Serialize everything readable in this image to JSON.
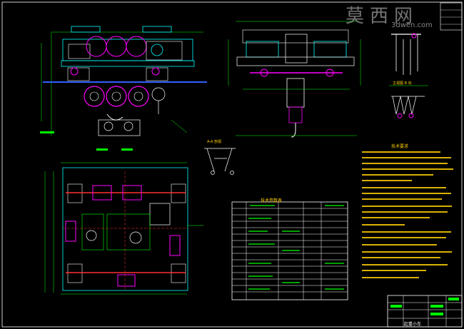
{
  "watermark": {
    "chinese": "莫西网",
    "url": "3dwen.com"
  },
  "labels": {
    "view_label": "主视图 B 向",
    "small_detail_label": "A-A 剖视",
    "table_title": "技术参数表",
    "notes_title": "技术要求",
    "title_block": "起重小车"
  },
  "colors": {
    "background": "#000000",
    "outline": "#00ffff",
    "green": "#00ff00",
    "magenta": "#ff00ff",
    "yellow": "#ffd000",
    "red": "#ff3030",
    "white": "#ffffff",
    "blue": "#3060ff"
  }
}
